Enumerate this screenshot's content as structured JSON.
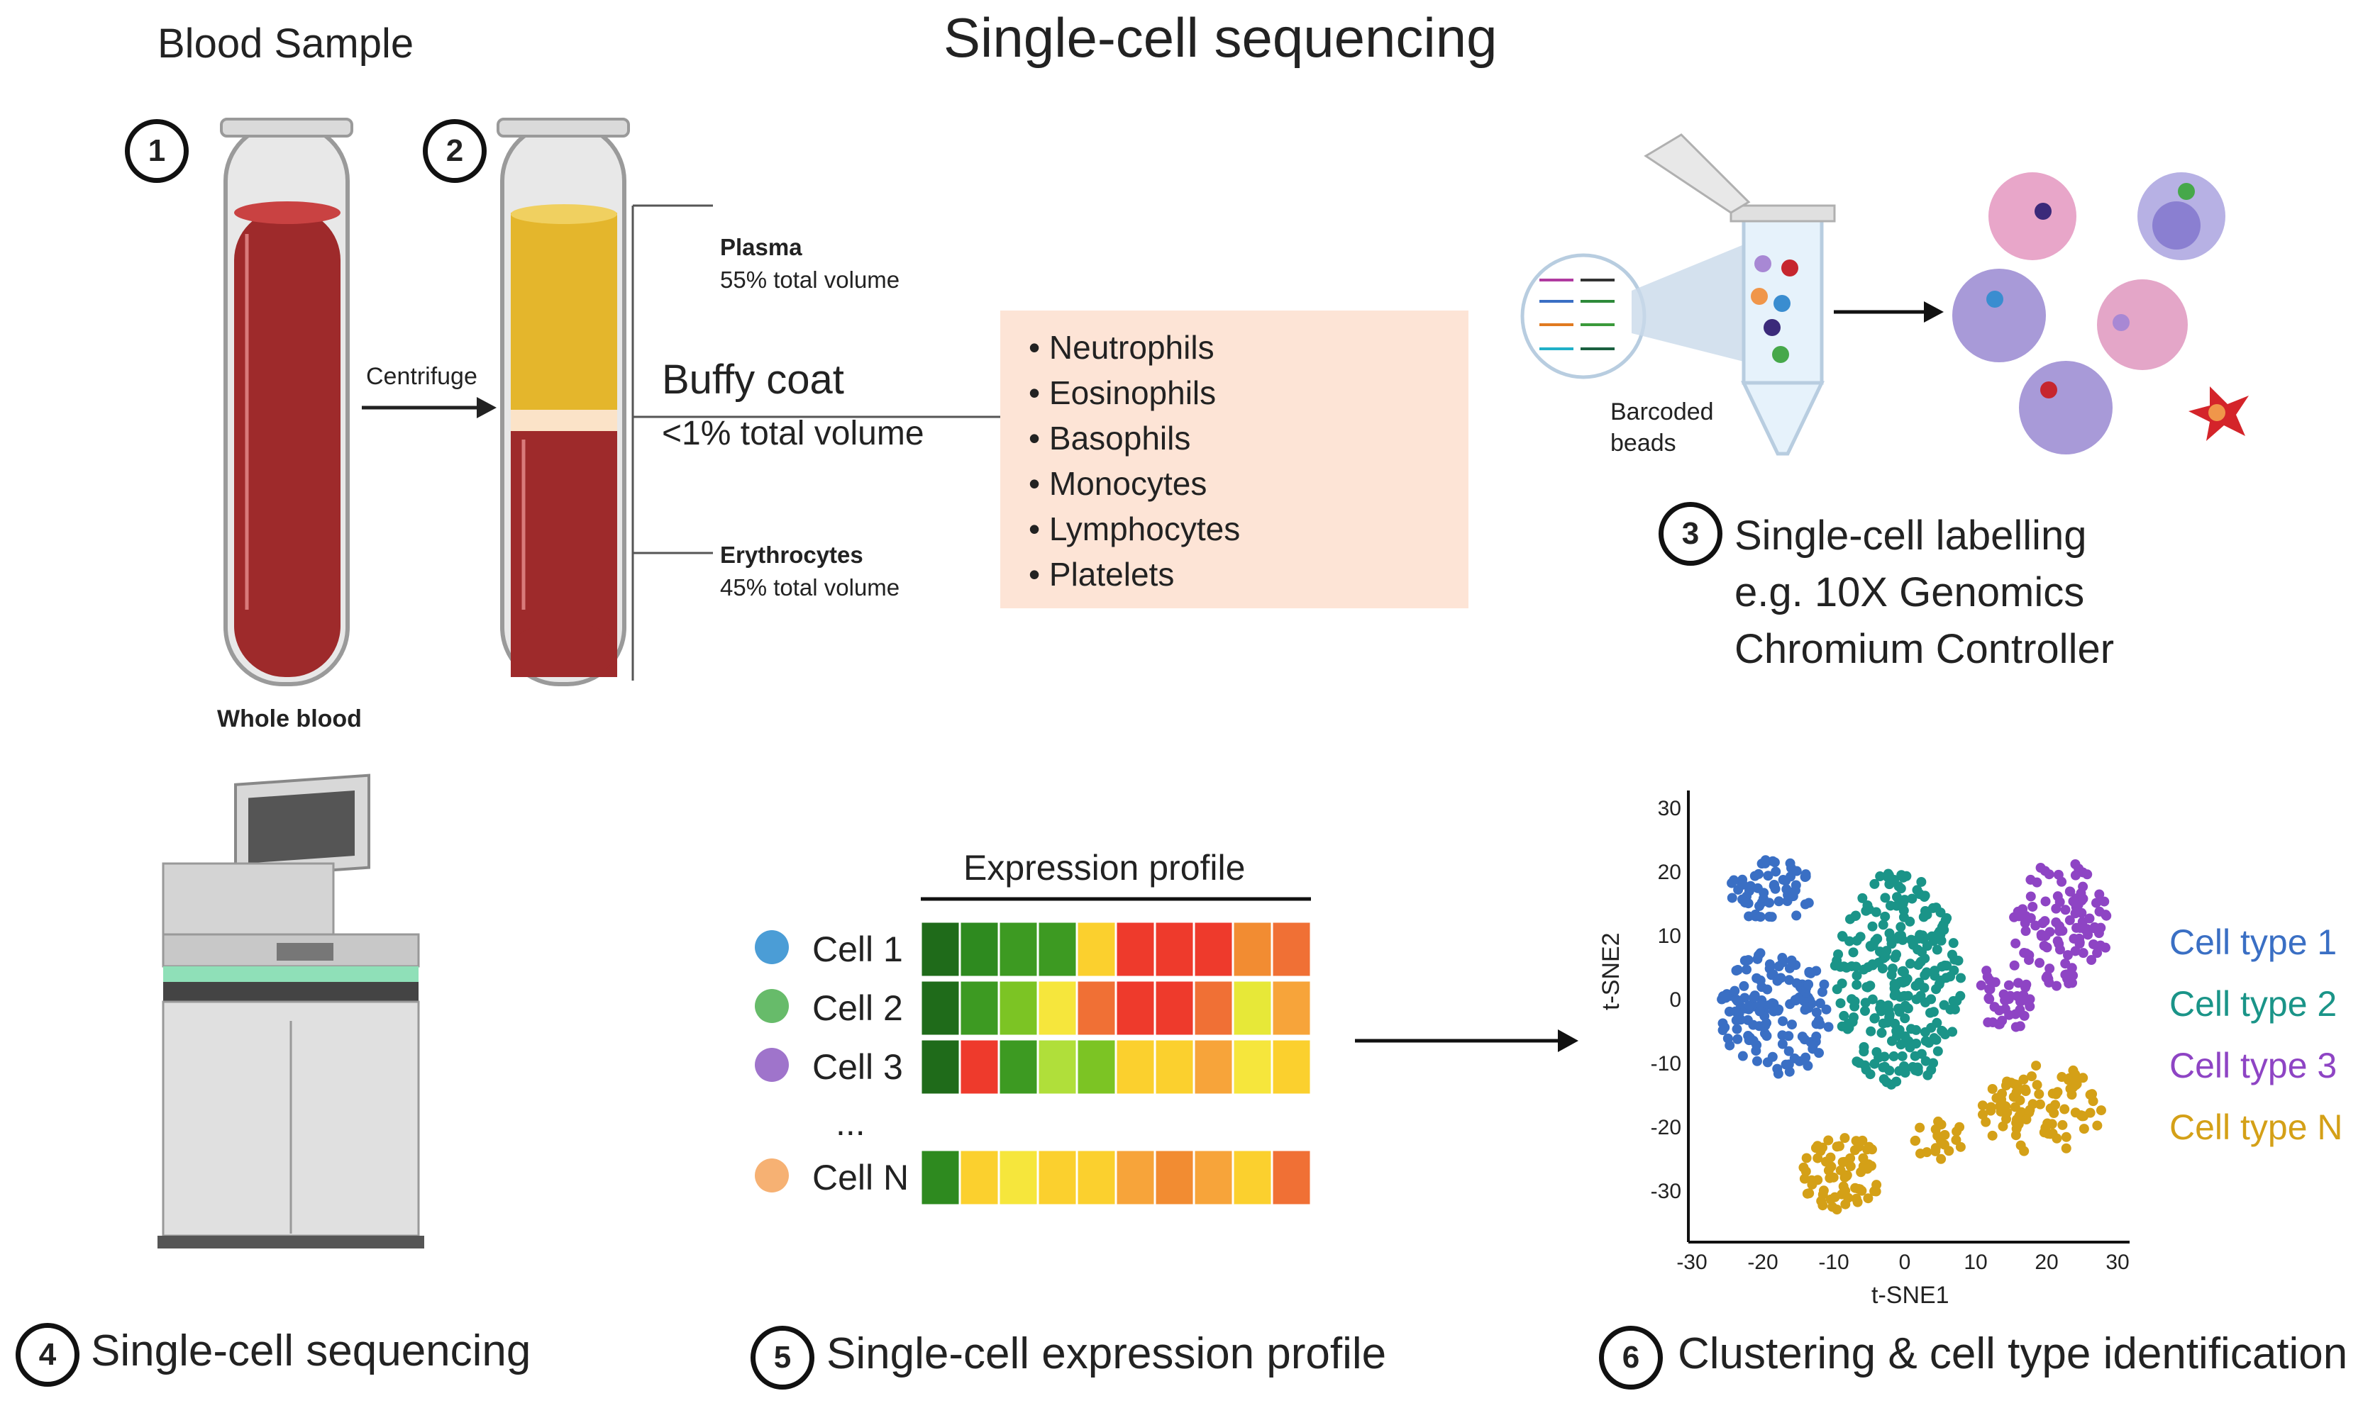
{
  "title": "Single-cell sequencing",
  "blood_sample_label": "Blood Sample",
  "centrifuge_label": "Centrifuge",
  "whole_blood_label": "Whole blood",
  "step_numbers": [
    "1",
    "2",
    "3",
    "4",
    "5",
    "6"
  ],
  "layers": {
    "plasma_name": "Plasma",
    "plasma_volume": "55% total volume",
    "buffy_name": "Buffy coat",
    "buffy_volume": "<1% total volume",
    "erythro_name": "Erythrocytes",
    "erythro_volume": "45% total volume"
  },
  "buffy_cells": [
    "Neutrophils",
    "Eosinophils",
    "Basophils",
    "Monocytes",
    "Lymphocytes",
    "Platelets"
  ],
  "barcoded_beads_label_1": "Barcoded",
  "barcoded_beads_label_2": "beads",
  "step3_lines": [
    "Single-cell labelling",
    "e.g. 10X Genomics",
    "Chromium Controller"
  ],
  "step4_label": "Single-cell sequencing",
  "step5_label": "Single-cell expression profile",
  "step6_label": "Clustering & cell type identification",
  "expression_profile_label": "Expression profile",
  "expression_rows": [
    {
      "name": "Cell 1",
      "dot": "#2b8ccf",
      "cells": [
        "#1f6b1a",
        "#2e8a1f",
        "#3d9a22",
        "#3d9a22",
        "#fbd02e",
        "#ee3a2c",
        "#ee3a2c",
        "#ee3a2c",
        "#f28c32",
        "#f07035"
      ]
    },
    {
      "name": "Cell 2",
      "dot": "#4caf50",
      "cells": [
        "#1f6b1a",
        "#3d9a22",
        "#7cc424",
        "#f6e63c",
        "#f07035",
        "#ee3a2c",
        "#ee3a2c",
        "#f07035",
        "#e7e838",
        "#f7a43a"
      ]
    },
    {
      "name": "Cell 3",
      "dot": "#8e5cc2",
      "cells": [
        "#1f6b1a",
        "#ee3a2c",
        "#3d9a22",
        "#b0df3a",
        "#7cc424",
        "#fbd02e",
        "#fbd02e",
        "#f7a43a",
        "#f6e63c",
        "#fbd02e"
      ]
    },
    {
      "name": "Cell N",
      "dot": "#f5a35a",
      "cells": [
        "#2e8a1f",
        "#fbd02e",
        "#f6e63c",
        "#fbd02e",
        "#fbd02e",
        "#f7a43a",
        "#f28c32",
        "#f7a43a",
        "#fbd02e",
        "#f07035"
      ]
    }
  ],
  "ellipsis": "...",
  "tsne": {
    "xlabel": "t-SNE1",
    "ylabel": "t-SNE2",
    "xticks": [
      "-30",
      "-20",
      "-10",
      "0",
      "10",
      "20",
      "30"
    ],
    "yticks": [
      "30",
      "20",
      "10",
      "0",
      "-10",
      "-20",
      "-30"
    ]
  },
  "legend": [
    {
      "label": "Cell type 1",
      "color": "#3a6fc4"
    },
    {
      "label": "Cell type 2",
      "color": "#1a9488"
    },
    {
      "label": "Cell type 3",
      "color": "#8e44c4"
    },
    {
      "label": "Cell type N",
      "color": "#d4a017"
    }
  ]
}
